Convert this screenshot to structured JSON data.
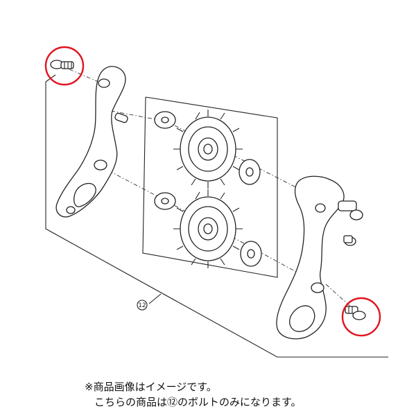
{
  "diagram": {
    "callout_label": "12",
    "highlight_color": "#e0141e",
    "parts": [
      "cage-bolt-top-left",
      "outer-cage-plate",
      "pulley-washer-set",
      "guide-pulley",
      "tension-pulley",
      "inner-cage-plate",
      "cage-stop-bolt",
      "cage-bolt-bottom-right"
    ]
  },
  "caption": {
    "line1": "※商品画像はイメージです。",
    "line2": "こちらの商品は⑫のボルトのみになります。"
  }
}
